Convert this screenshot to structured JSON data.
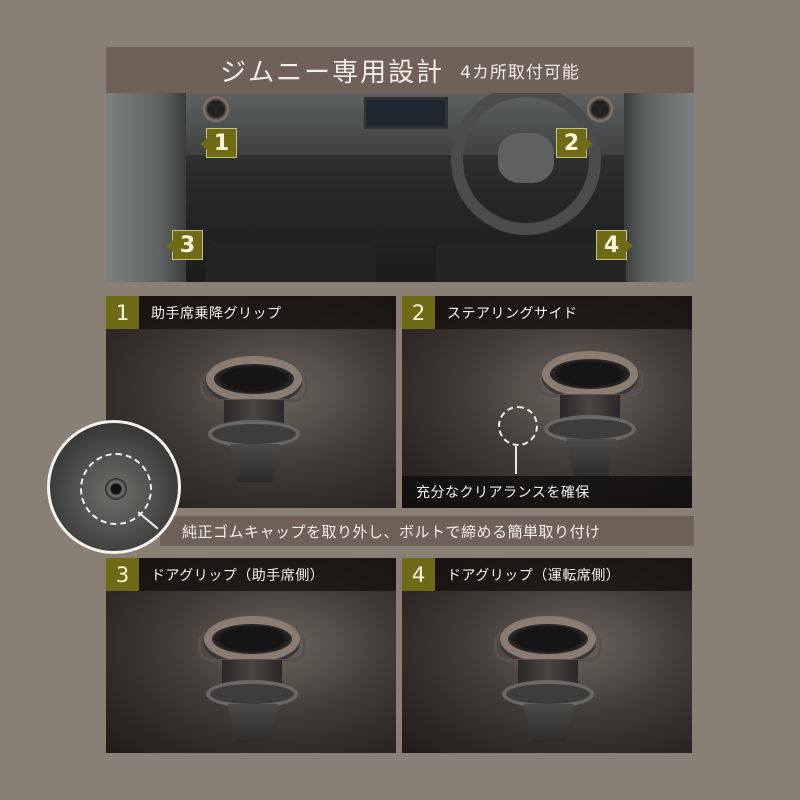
{
  "header": {
    "title": "ジムニー専用設計",
    "subtitle": "4カ所取付可能"
  },
  "overview": {
    "markers": [
      {
        "num": "1",
        "position": "助手席乗降グリップ"
      },
      {
        "num": "2",
        "position": "ステアリングサイド"
      },
      {
        "num": "3",
        "position": "ドアグリップ（助手席側）"
      },
      {
        "num": "4",
        "position": "ドアグリップ（運転席側）"
      }
    ]
  },
  "panels": [
    {
      "num": "1",
      "label": "助手席乗降グリップ"
    },
    {
      "num": "2",
      "label": "ステアリングサイド",
      "caption": "充分なクリアランスを確保"
    },
    {
      "num": "3",
      "label": "ドアグリップ（助手席側）"
    },
    {
      "num": "4",
      "label": "ドアグリップ（運転席側）"
    }
  ],
  "install_note": "純正ゴムキャップを取り外し、ボルトで締める簡単取り付け",
  "colors": {
    "background": "#8a7f74",
    "banner": "#6f6158",
    "marker": "#6e6a16",
    "text_light": "#f1ede8"
  }
}
